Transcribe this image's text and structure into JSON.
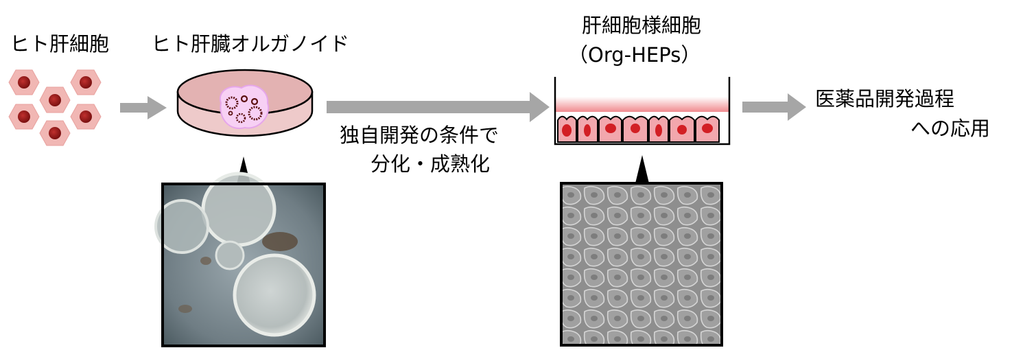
{
  "labels": {
    "human_hepatocytes": "ヒト肝細胞",
    "human_liver_organoid": "ヒト肝臓オルガノイド",
    "hepatocyte_like_line1": "肝細胞様細胞",
    "hepatocyte_like_line2": "（Org-HEPs）",
    "condition_line1": "独自開発の条件で",
    "condition_line2": "分化・成熟化",
    "application_line1": "医薬品開発過程",
    "application_line2": "への応用"
  },
  "colors": {
    "arrow": "#a6a6a6",
    "cell_fill": "#f1b7b4",
    "nucleus": "#8b1414",
    "dish_medium": "#e8b9b9",
    "organoid": "#f6c9f2",
    "membrane_cell": "#f2a7ad",
    "membrane_nucleus": "#d21f24"
  }
}
